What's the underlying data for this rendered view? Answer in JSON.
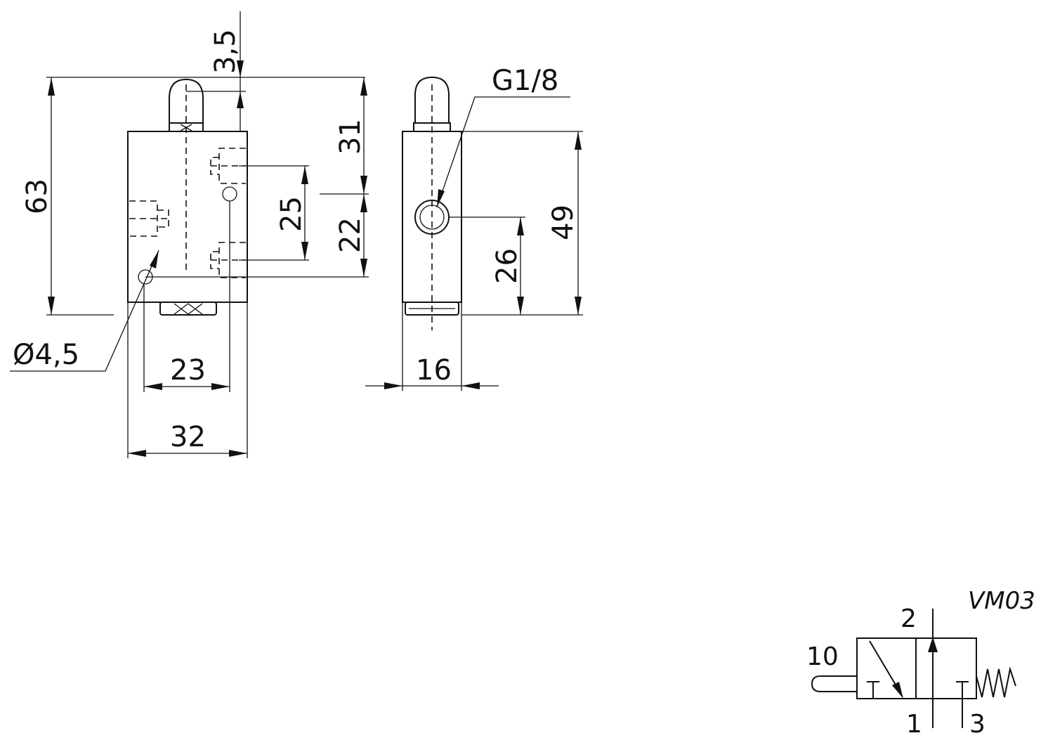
{
  "front_view": {
    "dims": {
      "stroke": "3,5",
      "total_height": "63",
      "top_to_port": "31",
      "port_spacing": "25",
      "port_to_bottom": "22",
      "port_offset": "23",
      "width": "32",
      "hole_diameter": "Ø4,5"
    }
  },
  "side_view": {
    "dims": {
      "thread": "G1/8",
      "body_height": "49",
      "port_height": "26",
      "thickness": "16"
    }
  },
  "symbol": {
    "model": "VM03",
    "ports": {
      "outlet": "2",
      "pilot": "10",
      "inlet": "1",
      "exhaust": "3"
    }
  }
}
